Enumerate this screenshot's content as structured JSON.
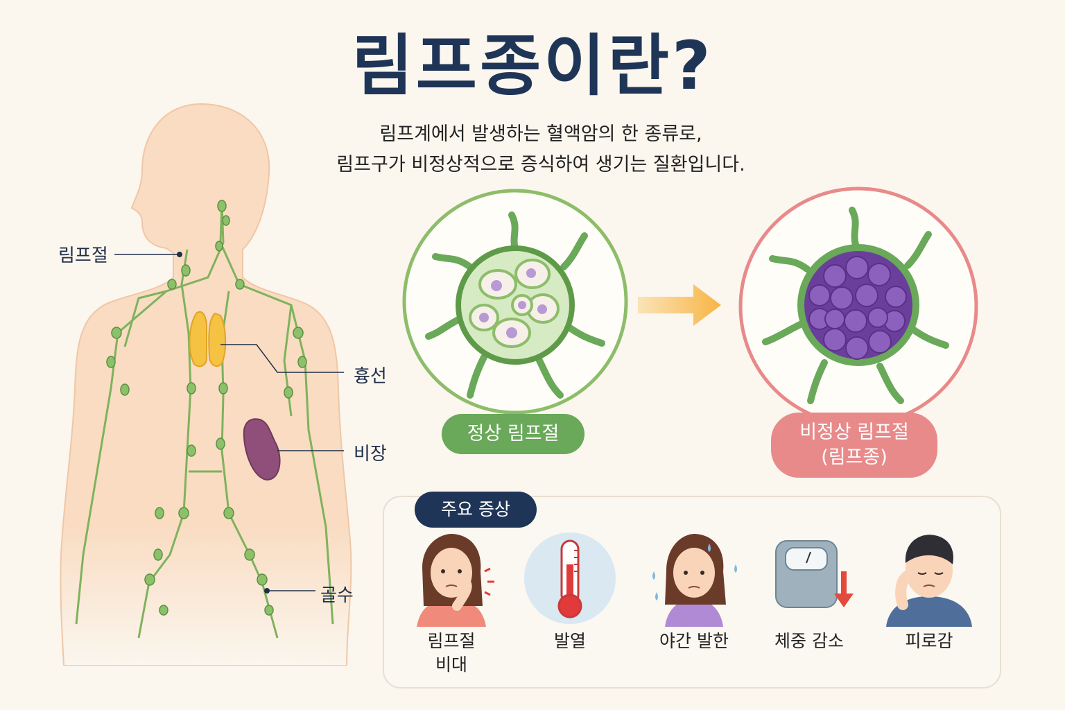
{
  "title": "림프종이란?",
  "subtitle": {
    "line1": "림프계에서 발생하는 혈액암의 한 종류로,",
    "line2": "림프구가 비정상적으로 증식하여 생기는 질환입니다."
  },
  "body_labels": {
    "lymph_node": "림프절",
    "thymus": "흉선",
    "spleen": "비장",
    "bone_marrow": "골수"
  },
  "normal_node": {
    "label": "정상 림프절"
  },
  "abnormal_node": {
    "label_line1": "비정상 림프절",
    "label_line2": "(림프종)"
  },
  "symptoms": {
    "heading": "주요 증상",
    "items": [
      {
        "label_line1": "림프절",
        "label_line2": "비대",
        "icon": "swollen-neck-icon"
      },
      {
        "label_line1": "발열",
        "label_line2": "",
        "icon": "thermometer-icon"
      },
      {
        "label_line1": "야간 발한",
        "label_line2": "",
        "icon": "night-sweat-icon"
      },
      {
        "label_line1": "체중 감소",
        "label_line2": "",
        "icon": "scale-icon"
      },
      {
        "label_line1": "피로감",
        "label_line2": "",
        "icon": "fatigue-icon"
      }
    ]
  },
  "colors": {
    "title": "#1f3557",
    "normal_green": "#6aa85a",
    "abnormal_red": "#e88a8a",
    "arrow_orange": "#f7b545",
    "lymph_purple": "#7e4fa8"
  }
}
